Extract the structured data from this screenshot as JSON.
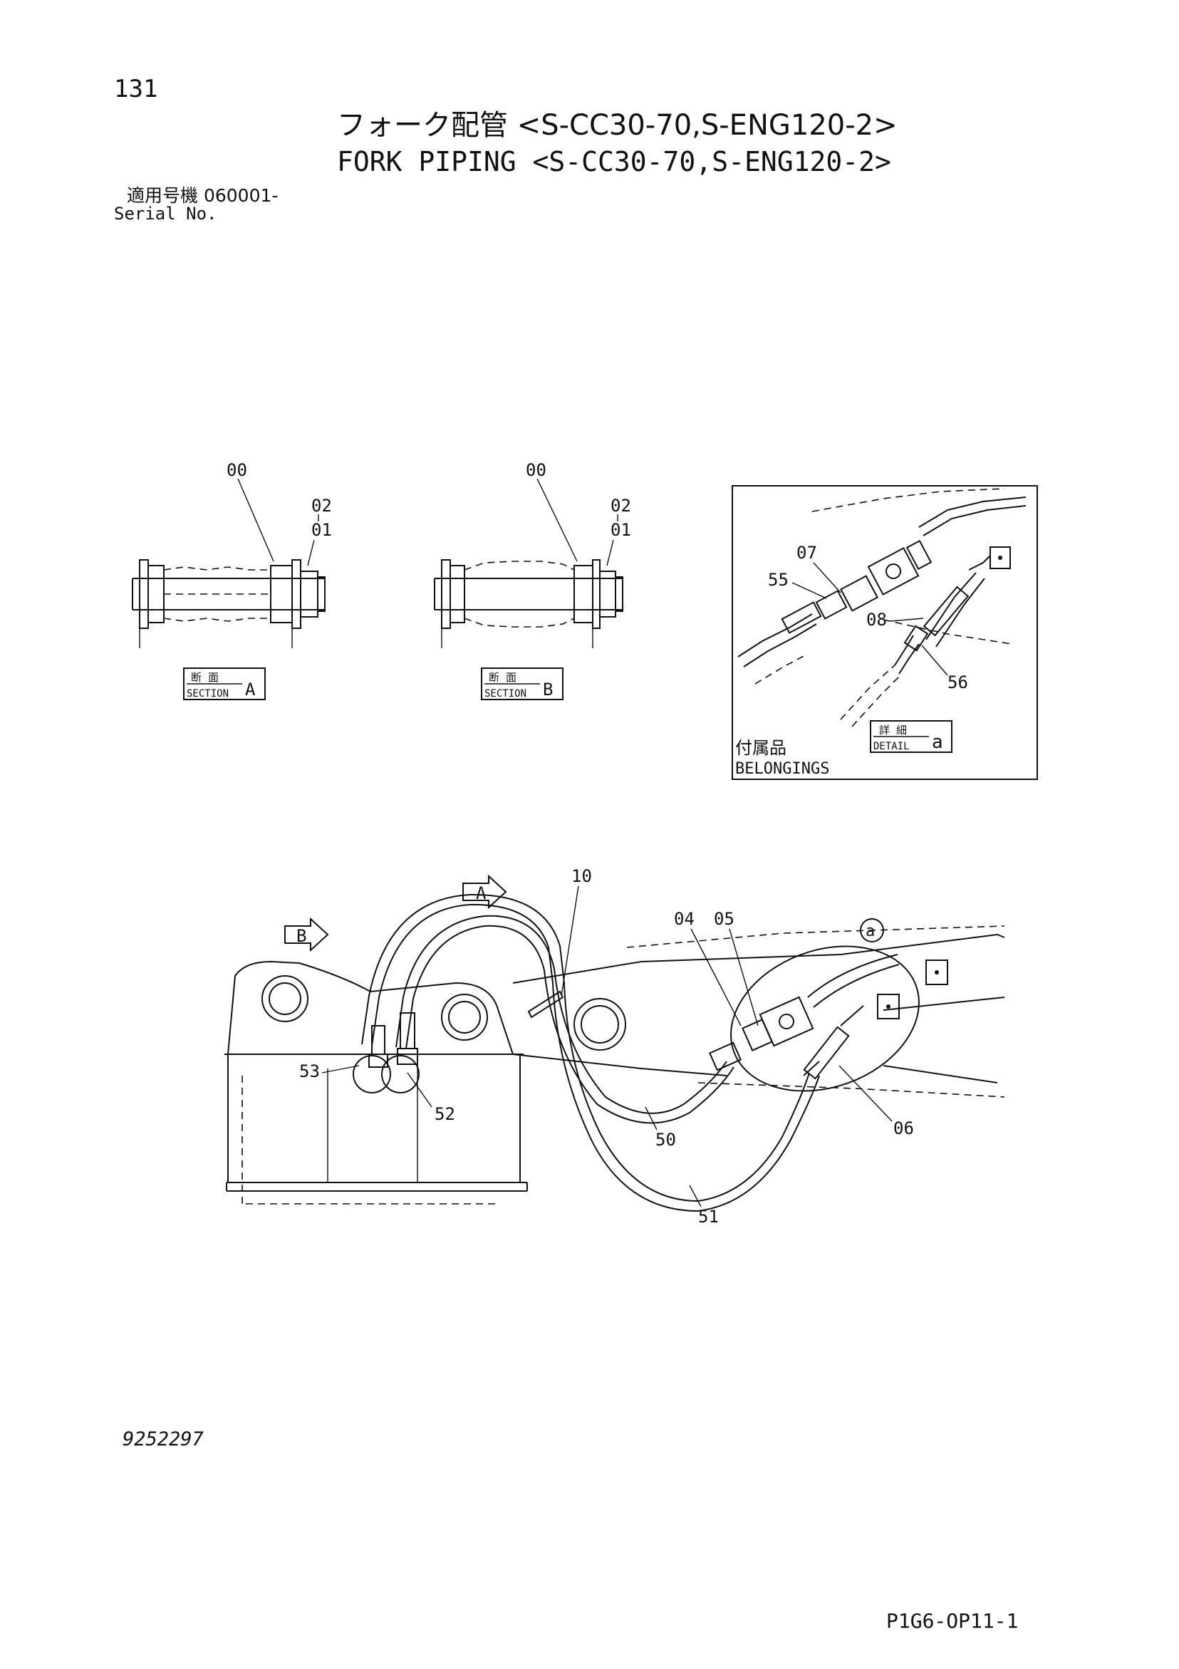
{
  "header": {
    "page_number": "131",
    "title_jp": "フォーク配管 <S-CC30-70,S-ENG120-2>",
    "title_en": "FORK PIPING <S-CC30-70,S-ENG120-2>",
    "serial_label_jp": "適用号機 060001-",
    "serial_label_en": "Serial No."
  },
  "section_a": {
    "callouts": [
      "00",
      "02",
      "01"
    ],
    "tag_jp": "断 面",
    "tag_en": "SECTION",
    "tag_letter": "A"
  },
  "section_b": {
    "callouts": [
      "00",
      "02",
      "01"
    ],
    "tag_jp": "断 面",
    "tag_en": "SECTION",
    "tag_letter": "B"
  },
  "detail_a": {
    "callouts": [
      "07",
      "55",
      "08",
      "56"
    ],
    "tag_jp": "詳 細",
    "tag_en": "DETAIL",
    "tag_letter": "a",
    "belongings_jp": "付属品",
    "belongings_en": "BELONGINGS"
  },
  "main_view": {
    "arrow_a": "A",
    "arrow_b": "B",
    "circle_label": "a",
    "callouts": [
      "10",
      "04",
      "05",
      "53",
      "52",
      "50",
      "51",
      "06"
    ]
  },
  "footer": {
    "doc_number": "9252297",
    "page_code": "P1G6-OP11-1"
  }
}
